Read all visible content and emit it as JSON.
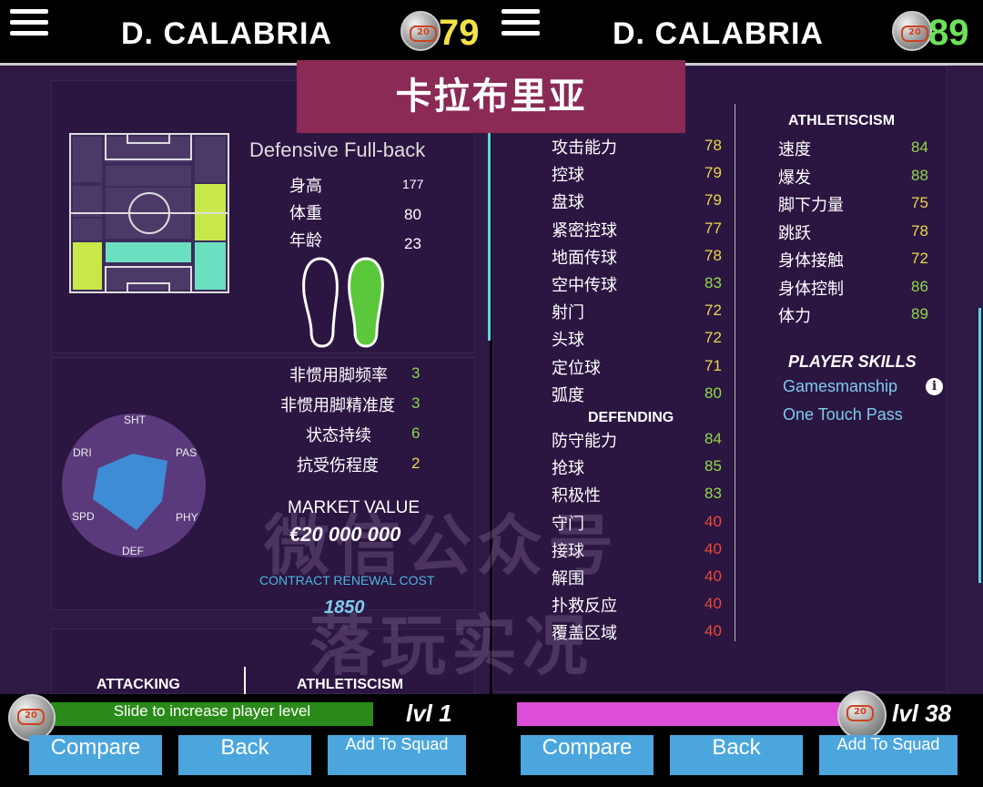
{
  "left": {
    "player_name": "D. CALABRIA",
    "rating": "79",
    "rating_color": "#f2e14a",
    "position": "Defensive Full-back",
    "bio": [
      {
        "label": "身高",
        "value": "177"
      },
      {
        "label": "体重",
        "value": "80"
      },
      {
        "label": "年龄",
        "value": "23"
      }
    ],
    "foot_stats": [
      {
        "label": "非惯用脚频率",
        "value": "3"
      },
      {
        "label": "非惯用脚精准度",
        "value": "3"
      },
      {
        "label": "状态持续",
        "value": "6"
      },
      {
        "label": "抗受伤程度",
        "value": "2"
      }
    ],
    "radar_labels": [
      "SHT",
      "PAS",
      "PHY",
      "DEF",
      "SPD",
      "DRI"
    ],
    "market_value_label": "MARKET VALUE",
    "market_value": "€20 000 000",
    "renewal_label": "CONTRACT RENEWAL COST",
    "renewal_cost": "1850",
    "bottom_tabs": [
      "ATTACKING",
      "ATHLETISCISM"
    ],
    "slider_label": "Slide to increase player level",
    "level": "lvl 1",
    "buttons": {
      "compare": "Compare",
      "back": "Back",
      "add": "Add To Squad"
    }
  },
  "banner": "卡拉布里亚",
  "right": {
    "player_name": "D. CALABRIA",
    "rating": "89",
    "rating_color": "#6ee05a",
    "attacking": [
      {
        "label": "攻击能力",
        "value": "78",
        "color": "#e8d84a"
      },
      {
        "label": "控球",
        "value": "79",
        "color": "#e8d84a"
      },
      {
        "label": "盘球",
        "value": "79",
        "color": "#e8d84a"
      },
      {
        "label": "紧密控球",
        "value": "77",
        "color": "#e8d84a"
      },
      {
        "label": "地面传球",
        "value": "78",
        "color": "#e8d84a"
      },
      {
        "label": "空中传球",
        "value": "83",
        "color": "#8fd94a"
      },
      {
        "label": "射门",
        "value": "72",
        "color": "#e8d84a"
      },
      {
        "label": "头球",
        "value": "72",
        "color": "#e8d84a"
      },
      {
        "label": "定位球",
        "value": "71",
        "color": "#e8d84a"
      },
      {
        "label": "弧度",
        "value": "80",
        "color": "#8fd94a"
      }
    ],
    "defending_title": "DEFENDING",
    "defending": [
      {
        "label": "防守能力",
        "value": "84",
        "color": "#8fd94a"
      },
      {
        "label": "抢球",
        "value": "85",
        "color": "#8fd94a"
      },
      {
        "label": "积极性",
        "value": "83",
        "color": "#8fd94a"
      },
      {
        "label": "守门",
        "value": "40",
        "color": "#e84a3a"
      },
      {
        "label": "接球",
        "value": "40",
        "color": "#e84a3a"
      },
      {
        "label": "解围",
        "value": "40",
        "color": "#e84a3a"
      },
      {
        "label": "扑救反应",
        "value": "40",
        "color": "#e84a3a"
      },
      {
        "label": "覆盖区域",
        "value": "40",
        "color": "#e84a3a"
      }
    ],
    "athleticism_title": "ATHLETISCISM",
    "athleticism": [
      {
        "label": "速度",
        "value": "84",
        "color": "#8fd94a"
      },
      {
        "label": "爆发",
        "value": "88",
        "color": "#8fd94a"
      },
      {
        "label": "脚下力量",
        "value": "75",
        "color": "#e8d84a"
      },
      {
        "label": "跳跃",
        "value": "78",
        "color": "#e8d84a"
      },
      {
        "label": "身体接触",
        "value": "72",
        "color": "#e8d84a"
      },
      {
        "label": "身体控制",
        "value": "86",
        "color": "#8fd94a"
      },
      {
        "label": "体力",
        "value": "89",
        "color": "#8fd94a"
      }
    ],
    "skills_title": "PLAYER SKILLS",
    "skills": [
      "Gamesmanship",
      "One Touch Pass"
    ],
    "level": "lvl 38",
    "buttons": {
      "compare": "Compare",
      "back": "Back",
      "add": "Add To Squad"
    }
  },
  "watermark": [
    "微信公众号",
    "落玩实况"
  ]
}
